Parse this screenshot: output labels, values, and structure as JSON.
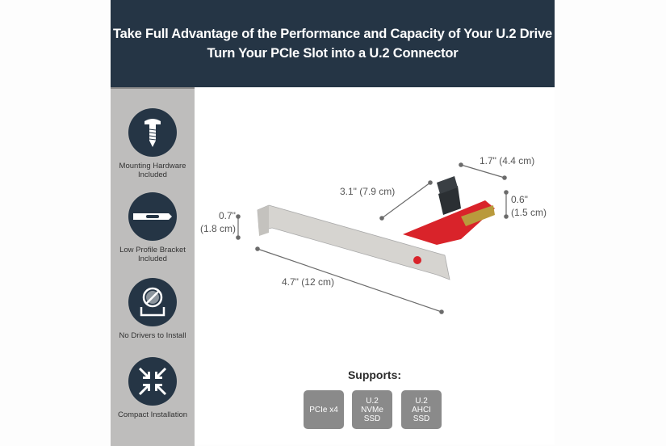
{
  "header": {
    "line1": "Take Full Advantage of the Performance and Capacity of Your U.2 Drive",
    "line2": "Turn Your PCIe Slot into a U.2 Connector"
  },
  "features": [
    {
      "icon": "screw-icon",
      "label": "Mounting Hardware\nIncluded"
    },
    {
      "icon": "bracket-icon",
      "label": "Low Profile Bracket\nIncluded"
    },
    {
      "icon": "no-drivers-icon",
      "label": "No Drivers to Install"
    },
    {
      "icon": "compact-arrows-icon",
      "label": "Compact Installation"
    }
  ],
  "dimensions": {
    "length": "4.7\" (12 cm)",
    "bracket_height_in": "0.7\"",
    "bracket_height_cm": "(1.8 cm)",
    "card_depth": "3.1\" (7.9 cm)",
    "card_width": "1.7\" (4.4 cm)",
    "connector_height_in": "0.6\"",
    "connector_height_cm": "(1.5 cm)"
  },
  "supports": {
    "title": "Supports:",
    "items": [
      "PCIe x4",
      "U.2\nNVMe\nSSD",
      "U.2\nAHCI\nSSD"
    ]
  },
  "colors": {
    "header_bg": "#253545",
    "sidebar_bg": "#bebdbc",
    "icon_circle": "#253545",
    "chip_bg": "#8a8a8a",
    "pcb_red": "#d9232a"
  }
}
